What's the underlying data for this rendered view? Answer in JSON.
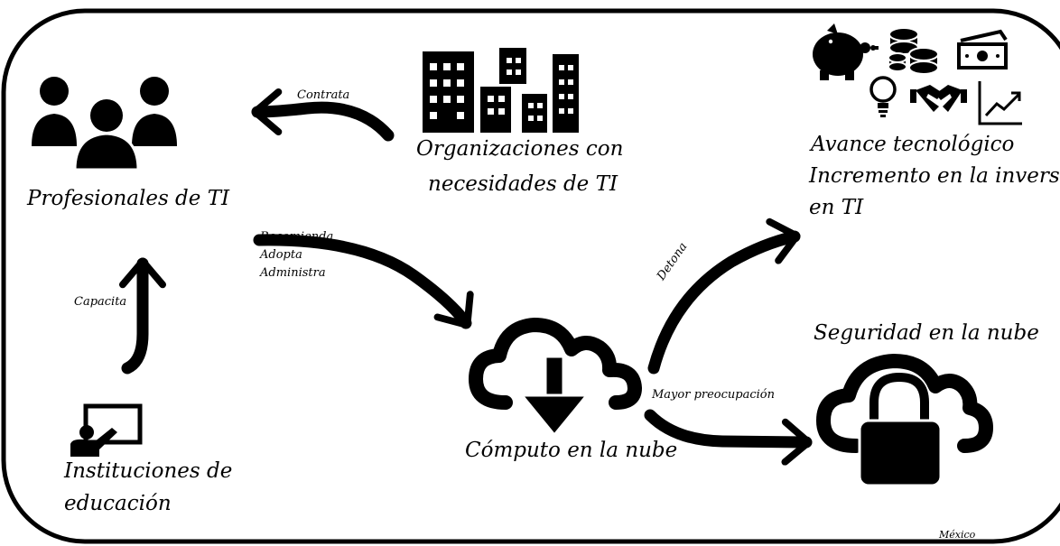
{
  "nodes": {
    "professionals": {
      "label": "Profesionales de TI",
      "icon": "people-group-icon"
    },
    "organizations": {
      "label_line1": "Organizaciones con",
      "label_line2": "necesidades de TI",
      "icon": "buildings-icon"
    },
    "education": {
      "label_line1": "Instituciones de",
      "label_line2": "educación",
      "icon": "teacher-board-icon"
    },
    "cloud": {
      "label": "Cómputo en la nube",
      "icon": "cloud-download-icon"
    },
    "security": {
      "label": "Seguridad en la nube",
      "icon": "cloud-lock-icon"
    },
    "advance": {
      "label_line1": "Avance tecnológico",
      "label_line2": "Incremento en la inversión",
      "label_line3": "en TI",
      "icons": [
        "piggy-bank-icon",
        "coins-icon",
        "banknote-icon",
        "lightbulb-icon",
        "handshake-icon",
        "growth-chart-icon"
      ]
    }
  },
  "edges": {
    "contrata": "Contrata",
    "capacita": "Capacita",
    "recomienda": "Recomienda",
    "adopta": "Adopta",
    "administra": "Administra",
    "detona": "Detona",
    "mayor_preocupacion": "Mayor preocupación"
  },
  "footer": {
    "country": "México"
  },
  "colors": {
    "ink": "#000000",
    "background": "#ffffff"
  }
}
